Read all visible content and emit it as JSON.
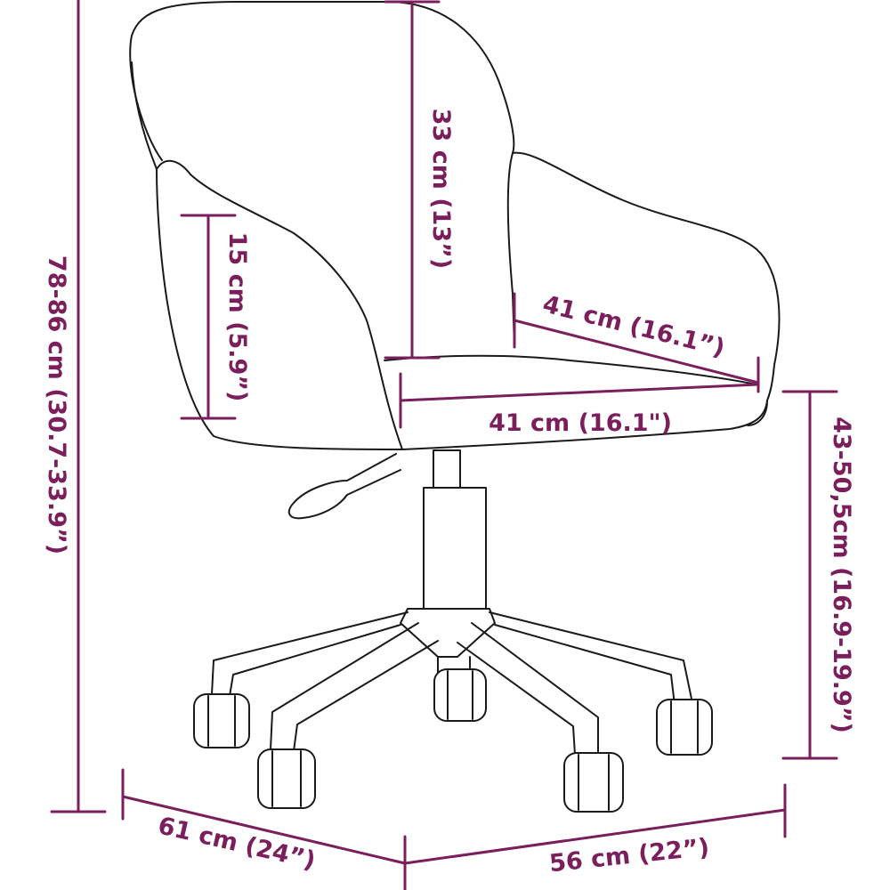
{
  "colors": {
    "dimension": "#7a1f5c",
    "outline": "#1a1a1a",
    "background": "#ffffff"
  },
  "dimensions": {
    "total_height": "78-86 cm (30.7-33.9”)",
    "backrest_height": "33 cm (13”)",
    "armrest_height": "15 cm (5.9”)",
    "seat_depth": "41 cm (16.1”)",
    "seat_width": "41 cm (16.1\")",
    "seat_height": "43-50,5cm (16.9-19.9”)",
    "base_depth": "61 cm (24”)",
    "base_width": "56 cm (22”)"
  }
}
